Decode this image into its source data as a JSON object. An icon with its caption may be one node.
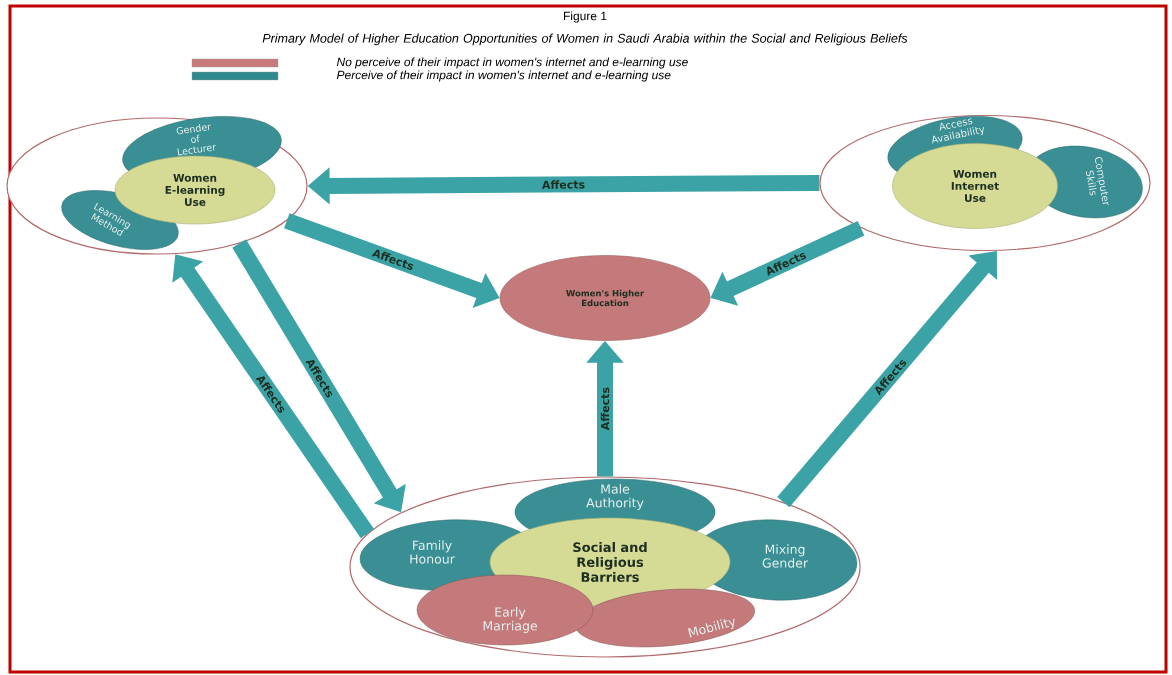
{
  "diagram": {
    "title": "Figure 1",
    "caption": "Primary Model of Higher Education Opportunities of Women in Saudi Arabia within the Social and Religious Beliefs",
    "nodes": [
      {
        "text": [],
        "shape": "ellipse"
      },
      {
        "text": [
          "Gender of Lecturer"
        ],
        "in": 0
      },
      {
        "text": [
          "Learning Method"
        ],
        "in": 0
      },
      {
        "text": [
          "Women E-learning Use"
        ],
        "in": 0
      },
      {
        "text": [],
        "shape": "ellipse"
      },
      {
        "text": [
          "Access Availability"
        ],
        "in": 4
      },
      {
        "text": [
          "Computer Skills"
        ],
        "in": 4
      },
      {
        "text": [
          "Women Internet Use"
        ],
        "in": 4
      },
      {
        "text": [
          "Women's Higher Education"
        ]
      },
      {
        "text": [],
        "shape": "ellipse"
      },
      {
        "text": [
          "Male Authority"
        ],
        "in": 9
      },
      {
        "text": [
          "Family Honour"
        ],
        "in": 9
      },
      {
        "text": [
          "Mixing Gender"
        ],
        "in": 9
      },
      {
        "text": [
          "Social and Religious Barriers"
        ],
        "in": 9
      },
      {
        "text": [
          "Early Marriage"
        ],
        "in": 9
      },
      {
        "text": [
          "Mobility"
        ],
        "in": 9
      }
    ],
    "edges": [
      {
        "from": 4,
        "to": 0,
        "arrow": "to",
        "label": "Affects"
      },
      {
        "from": 0,
        "to": 8,
        "arrow": "to",
        "label": "Affects"
      },
      {
        "from": 4,
        "to": 8,
        "arrow": "to",
        "label": "Affects"
      },
      {
        "from": 9,
        "to": 0,
        "arrow": "to",
        "label": "Affects"
      },
      {
        "from": 0,
        "to": 9,
        "arrow": "to",
        "label": "Affects"
      },
      {
        "from": 9,
        "to": 8,
        "arrow": "to",
        "label": "Affects"
      },
      {
        "from": 9,
        "to": 4,
        "arrow": "to",
        "label": "Affects"
      }
    ],
    "legend": [
      {
        "text": "No perceive of their impact in women's internet and e-learning use",
        "color": "#c87a7a"
      },
      {
        "text": "Perceive of their impact in women's internet and e-learning use",
        "color": "#2f8a8e"
      }
    ]
  }
}
